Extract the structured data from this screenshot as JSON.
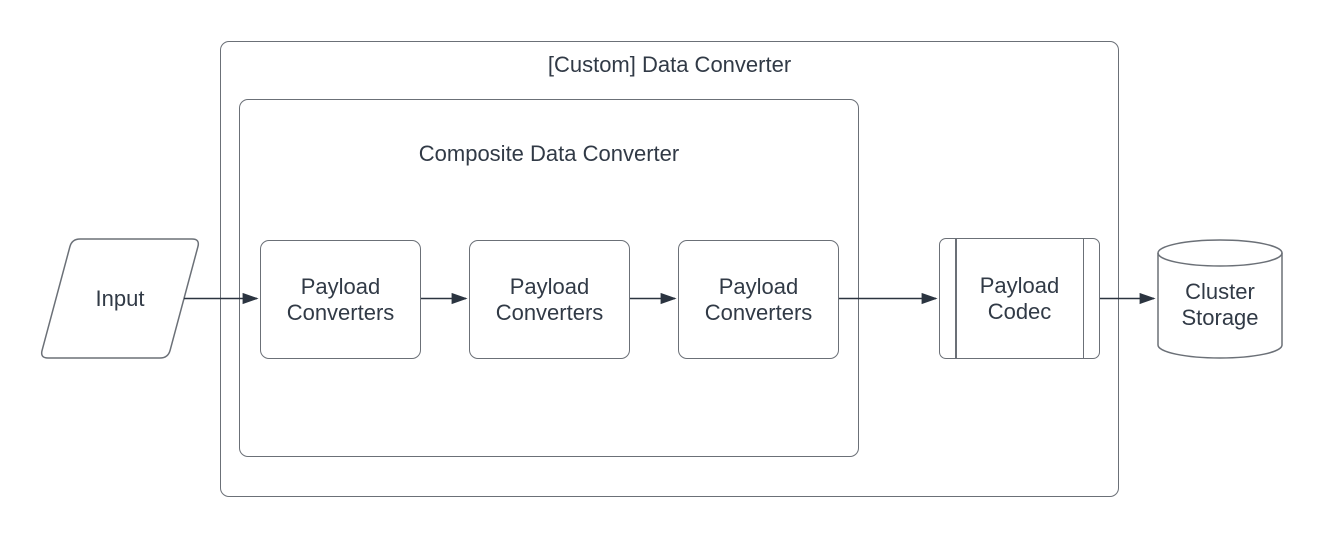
{
  "diagram": {
    "outer_group": {
      "label": "[Custom] Data Converter",
      "shape": "rounded-container"
    },
    "inner_group": {
      "label": "Composite Data Converter",
      "shape": "rounded-container"
    },
    "input": {
      "label": "Input",
      "shape": "parallelogram"
    },
    "payload_converters": [
      {
        "label": "Payload Converters",
        "shape": "rounded-rect"
      },
      {
        "label": "Payload Converters",
        "shape": "rounded-rect"
      },
      {
        "label": "Payload Converters",
        "shape": "rounded-rect"
      }
    ],
    "payload_codec": {
      "label": "Payload Codec",
      "shape": "predefined-process"
    },
    "cluster_storage": {
      "label": "Cluster Storage",
      "shape": "cylinder"
    },
    "edges": [
      {
        "from": "input",
        "to": "payload-converters-1"
      },
      {
        "from": "payload-converters-1",
        "to": "payload-converters-2"
      },
      {
        "from": "payload-converters-2",
        "to": "payload-converters-3"
      },
      {
        "from": "payload-converters-3",
        "to": "payload-codec"
      },
      {
        "from": "payload-codec",
        "to": "cluster-storage"
      }
    ],
    "colors": {
      "background": "#ffffff",
      "shape_stroke": "#6b7077",
      "edge_stroke": "#2b3440",
      "text": "#313a46"
    }
  }
}
